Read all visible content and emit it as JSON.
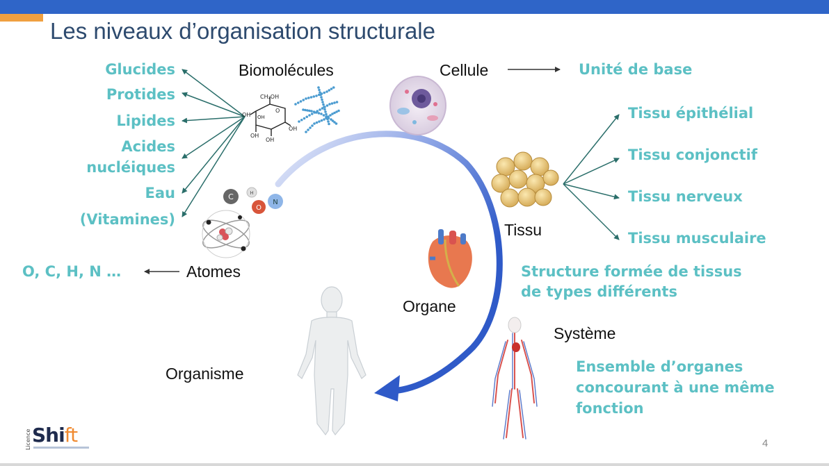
{
  "title": "Les niveaux d’organisation structurale",
  "labels": {
    "biomolecules": "Biomolécules",
    "cellule": "Cellule",
    "tissu": "Tissu",
    "organe": "Organe",
    "systeme": "Système",
    "organisme": "Organisme",
    "atomes": "Atomes"
  },
  "biomolecule_types": [
    "Glucides",
    "Protides",
    "Lipides",
    "Acides nucléiques",
    "Eau",
    "(Vitamines)"
  ],
  "biomolecule_lines": {
    "acides_1": "Acides",
    "acides_2": "nucléiques"
  },
  "atomes_desc": "O, C, H, N …",
  "cellule_desc": "Unité de base",
  "tissu_types": [
    "Tissu épithélial",
    "Tissu conjonctif",
    "Tissu nerveux",
    "Tissu musculaire"
  ],
  "organe_desc": [
    "Structure formée de tissus",
    "de types différents"
  ],
  "systeme_desc": [
    "Ensemble d’organes",
    "concourant à une même",
    "fonction"
  ],
  "molecule_text": {
    "ch2oh": "CH₂OH",
    "oh": "OH",
    "o": "O"
  },
  "atom_letters": {
    "c": "C",
    "h": "H",
    "o": "O",
    "n": "N"
  },
  "logo": {
    "licence": "Licence",
    "shi": "Shi",
    "ft": "ft"
  },
  "page_number": "4",
  "colors": {
    "topbar": "#2f65c8",
    "accent_orange": "#f0a040",
    "teal_text": "#5cc0c4",
    "arrow_teal": "#2a6e6a",
    "cycle_arrow": "#2f5ac8",
    "title": "#2d4a6e"
  }
}
